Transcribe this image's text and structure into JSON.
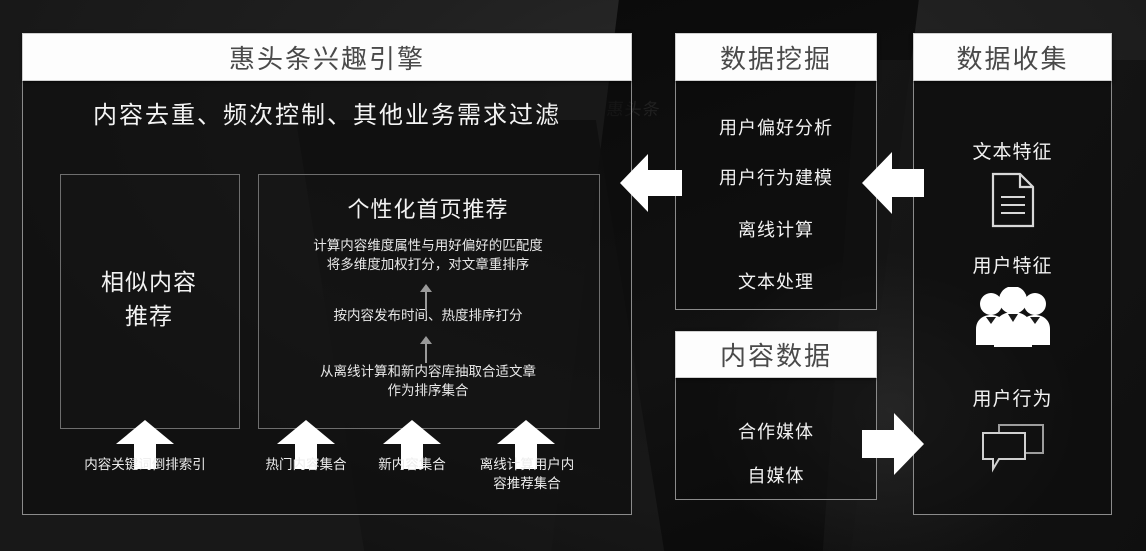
{
  "engine": {
    "title": "惠头条兴趣引擎",
    "filter_line": "内容去重、频次控制、其他业务需求过滤",
    "similar": {
      "label_line1": "相似内容",
      "label_line2": "推荐",
      "source_label": "内容关键词倒排索引"
    },
    "personalized": {
      "title": "个性化首页推荐",
      "step_top_line1": "计算内容维度属性与用好偏好的匹配度",
      "step_top_line2": "将多维度加权打分，对文章重排序",
      "step_mid": "按内容发布时间、热度排序打分",
      "step_bottom_line1": "从离线计算和新内容库抽取合适文章",
      "step_bottom_line2": "作为排序集合",
      "sources": [
        {
          "label": "热门内容集合"
        },
        {
          "label": "新内容集合"
        },
        {
          "label": "离线计算用户内\n容推荐集合"
        }
      ]
    }
  },
  "mining": {
    "title": "数据挖掘",
    "items": [
      "用户偏好分析",
      "用户行为建模",
      "离线计算",
      "文本处理"
    ]
  },
  "content_data": {
    "title": "内容数据",
    "items": [
      "合作媒体",
      "自媒体"
    ]
  },
  "collection": {
    "title": "数据收集",
    "features": [
      {
        "label": "文本特征",
        "icon": "document-icon"
      },
      {
        "label": "用户特征",
        "icon": "users-group-icon"
      },
      {
        "label": "用户行为",
        "icon": "chat-bubbles-icon"
      }
    ]
  },
  "arrows": {
    "mining_to_engine": "arrow-left-icon",
    "collection_to_mining": "arrow-left-icon",
    "content_to_collection": "arrow-right-icon",
    "up_arrow": "arrow-up-icon"
  },
  "colors": {
    "background": "#1c1c1c",
    "panel_border": "#8b8b8b",
    "header_bg": "#fdfdfd",
    "header_text": "#4a4a4a",
    "body_text": "#f2f2f2",
    "arrow_fill": "#ffffff"
  },
  "watermark": "惠头条"
}
